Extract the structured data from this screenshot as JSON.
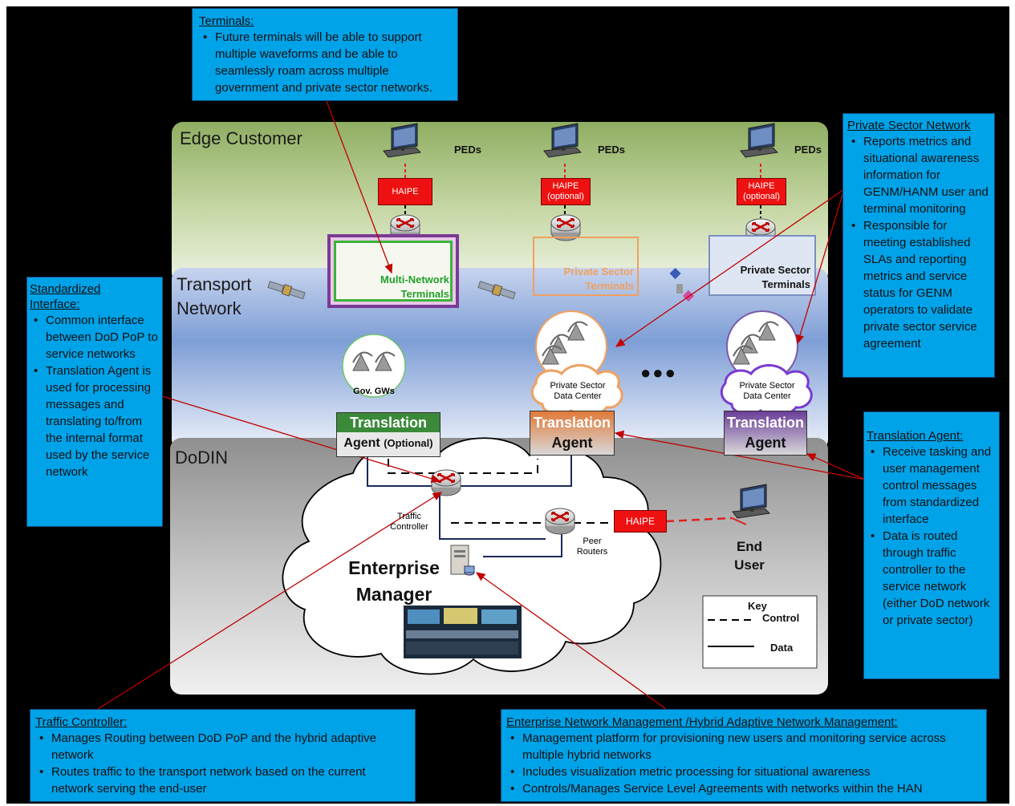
{
  "bands": {
    "edge_title": "Edge Customer",
    "transport_title_line1": "Transport",
    "transport_title_line2": "Network",
    "dodin_title": "DoDIN"
  },
  "edge": {
    "peds_label": "PEDs",
    "haipe_label": "HAIPE",
    "haipe_optional_label": "(optional)"
  },
  "terminals": {
    "multi_network_line1": "Multi-Network",
    "multi_network_line2": "Terminals",
    "private_sector_line1": "Private Sector",
    "private_sector_line2": "Terminals"
  },
  "transport": {
    "gov_gws": "Gov. GWs",
    "data_center_line1": "Private Sector",
    "data_center_line2": "Data Center",
    "ellipsis": "●●●"
  },
  "translation_agents": {
    "line1": "Translation",
    "line2": "Agent",
    "optional": "(Optional)"
  },
  "dodin": {
    "traffic_controller_line1": "Traffic",
    "traffic_controller_line2": "Controller",
    "peer_routers_line1": "Peer",
    "peer_routers_line2": "Routers",
    "haipe": "HAIPE",
    "end_user_line1": "End",
    "end_user_line2": "User",
    "enterprise_line1": "Enterprise",
    "enterprise_line2": "Manager"
  },
  "key": {
    "title": "Key",
    "control": "Control",
    "data": "Data"
  },
  "callouts": {
    "terminals": {
      "title": "Terminals:",
      "bullets": [
        "Future terminals will be able to support multiple waveforms and be able to seamlessly roam across multiple government and private sector networks."
      ]
    },
    "private_sector_network": {
      "title": "Private Sector Network",
      "bullets": [
        "Reports metrics and situational awareness information for GENM/HANM user and terminal monitoring",
        "Responsible for meeting established SLAs and reporting metrics and service status for GENM operators to validate private sector service agreement"
      ]
    },
    "standardized_interface": {
      "title": "Standardized Interface:",
      "bullets": [
        "Common interface between DoD PoP to service networks",
        "Translation Agent is used for processing messages and translating to/from the internal format used by the service network"
      ]
    },
    "translation_agent": {
      "title": "Translation Agent:",
      "bullets": [
        "Receive tasking and user management control messages from standardized interface",
        "Data is routed through traffic controller to the service network (either DoD network or private sector)"
      ]
    },
    "traffic_controller": {
      "title": "Traffic Controller:",
      "bullets": [
        "Manages Routing between DoD PoP and the hybrid adaptive network",
        "Routes traffic to the transport network based on the current network serving the end-user"
      ]
    },
    "enm": {
      "title": "Enterprise Network Management /Hybrid Adaptive Network Management:",
      "bullets": [
        "Management platform for provisioning new users and monitoring service across multiple hybrid networks",
        "Includes visualization metric processing for situational awareness",
        "Controls/Manages Service Level Agreements with networks within the HAN"
      ]
    }
  },
  "colors": {
    "frame": "#000000",
    "callout_fill": "#00a2e8",
    "haipe": "#ee1111",
    "arrow": "#c00000",
    "multi_network_text": "#22a02a",
    "private_terminal_text": "#f0a060",
    "ta_gov": "#3a8a3a",
    "ta_private": "#e07a3a",
    "ta_private2": "#6b3f9a"
  }
}
